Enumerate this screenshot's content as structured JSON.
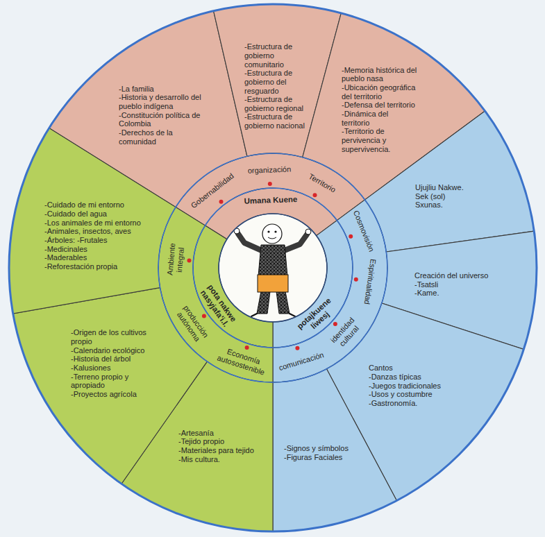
{
  "diagram": {
    "nodes": [
      {
        "text": [
          "Umana Kuene"
        ]
      },
      {
        "text": [
          "potajkuene liwesj"
        ]
      },
      {
        "text": [
          "pota nakwe nasyjafa'i.l."
        ]
      },
      {
        "text": [
          "Gobernabilidad",
          "organización",
          "Territorio"
        ]
      },
      {
        "text": [
          "Cosmovisión",
          "Espiritualidad",
          "identidad cultural",
          "comunicación"
        ]
      },
      {
        "text": [
          "Economía autosostenible",
          "producción autónoma",
          "Ambiente integral"
        ]
      },
      {
        "text": [
          "-La familia",
          "-Historia y desarrollo del pueblo indígena",
          "-Constitución política de Colombia",
          "-Derechos de la comunidad"
        ]
      },
      {
        "text": [
          "-Estructura de gobierno comunitario",
          "-Estructura de gobierno del resguardo",
          "-Estructura de gobierno regional",
          "-Estructura de gobierno nacional"
        ]
      },
      {
        "text": [
          "-Memoria histórica del pueblo nasa",
          "-Ubicación geográfica del territorio",
          "-Defensa del territorio",
          "-Dinámica del territorio",
          "-Territorio de pervivencia y supervivencia."
        ]
      },
      {
        "text": [
          "Ujujliu Nakwe.",
          "Sek (sol)",
          "Sxunas."
        ]
      },
      {
        "text": [
          "Creación del universo",
          "-Tsatsli",
          "-Kame."
        ]
      },
      {
        "text": [
          "Cantos",
          "-Danzas típicas",
          "-Juegos tradicionales",
          "-Usos y costumbre",
          "-Gastronomía."
        ]
      },
      {
        "text": [
          "-Signos y símbolos",
          "-Figuras Faciales"
        ]
      },
      {
        "text": [
          "-Artesanía",
          "-Tejido propio",
          "-Materiales para tejido",
          "-Mis cultura."
        ]
      },
      {
        "text": [
          "-Origen de los cultivos propio",
          "-Calendario ecológico",
          "-Historia del árbol",
          "-Kalusiones",
          "-Terreno propio y apropiado",
          "-Proyectos agrícola"
        ]
      },
      {
        "text": [
          "-Cuidado de mi entorno",
          "-Cuidado del agua",
          "-Los animales de mi entorno",
          "-Animales, insectos, aves",
          "-Árboles: -Frutales",
          "-Medicinales",
          "-Maderables",
          "-Reforestación propia"
        ]
      }
    ]
  }
}
